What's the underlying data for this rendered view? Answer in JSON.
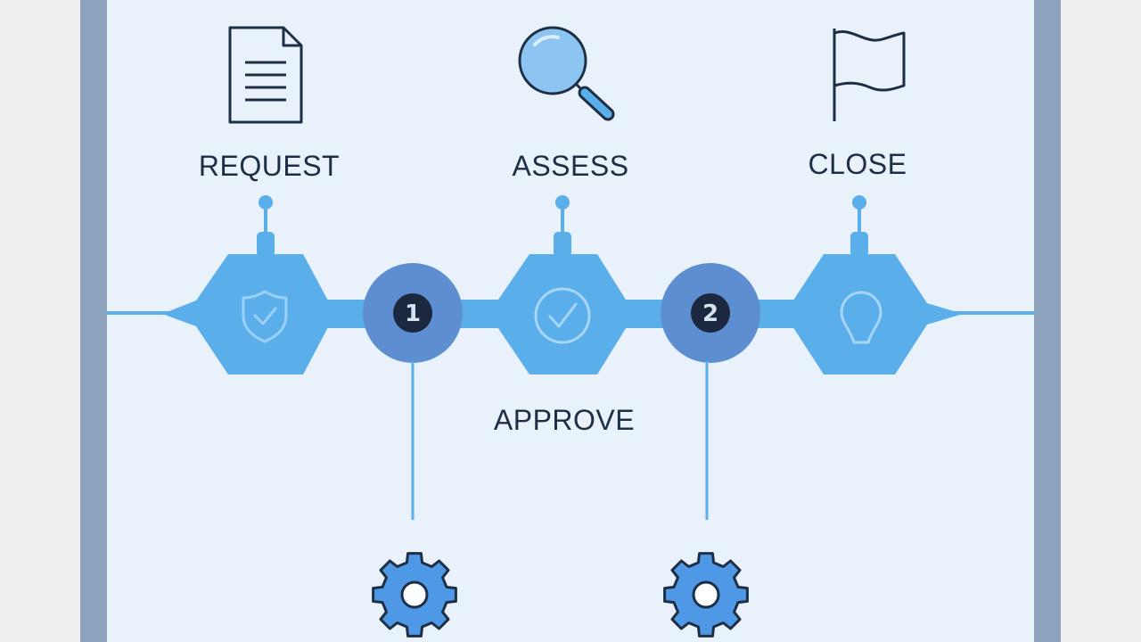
{
  "stages": [
    {
      "label": "REQUEST",
      "top_icon": "document-icon",
      "hex_icon": "shield-check-icon"
    },
    {
      "label": "ASSESS",
      "top_icon": "magnifier-icon",
      "hex_icon": "check-circle-icon"
    },
    {
      "label": "CLOSE",
      "top_icon": "flag-icon",
      "hex_icon": "lightbulb-icon"
    }
  ],
  "steps": [
    {
      "number": "1",
      "icon": "gear-icon"
    },
    {
      "number": "2",
      "icon": "gear-icon"
    }
  ],
  "approve_label": "APPROVE",
  "colors": {
    "hex_fill": "#5aaeea",
    "connector": "#5aaeea",
    "step_circle": "#5d8fd0",
    "step_badge": "#1c2740",
    "label_text": "#1e2f45",
    "gear": "#4e98e6",
    "frame": "#8ca2bd",
    "panel": "#e9f1fa"
  }
}
